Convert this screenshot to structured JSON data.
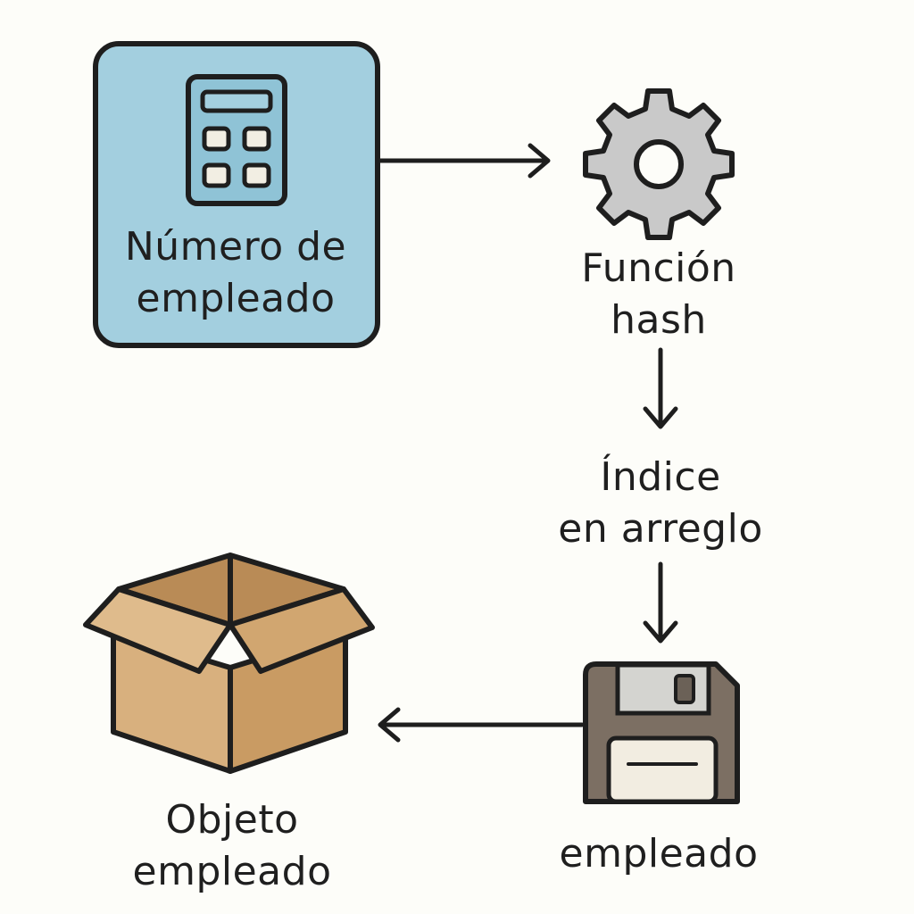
{
  "diagram": {
    "nodes": {
      "employee_number": {
        "icon": "calculator-icon",
        "line1": "Número de",
        "line2": "empleado",
        "fill": "#a3cfdf"
      },
      "hash_function": {
        "icon": "gear-icon",
        "line1": "Función",
        "line2": "hash",
        "fill": "#c9c9c9"
      },
      "array_index": {
        "line1": "Índice",
        "line2": "en arreglo"
      },
      "employee_record": {
        "icon": "floppy-disk-icon",
        "line1": "empleado",
        "fill": "#7c6f63"
      },
      "employee_object": {
        "icon": "open-box-icon",
        "line1": "Objeto",
        "line2": "empleado",
        "fill": "#d8b07e"
      }
    },
    "colors": {
      "stroke": "#1e1e1e",
      "background": "#fdfdf9"
    }
  }
}
